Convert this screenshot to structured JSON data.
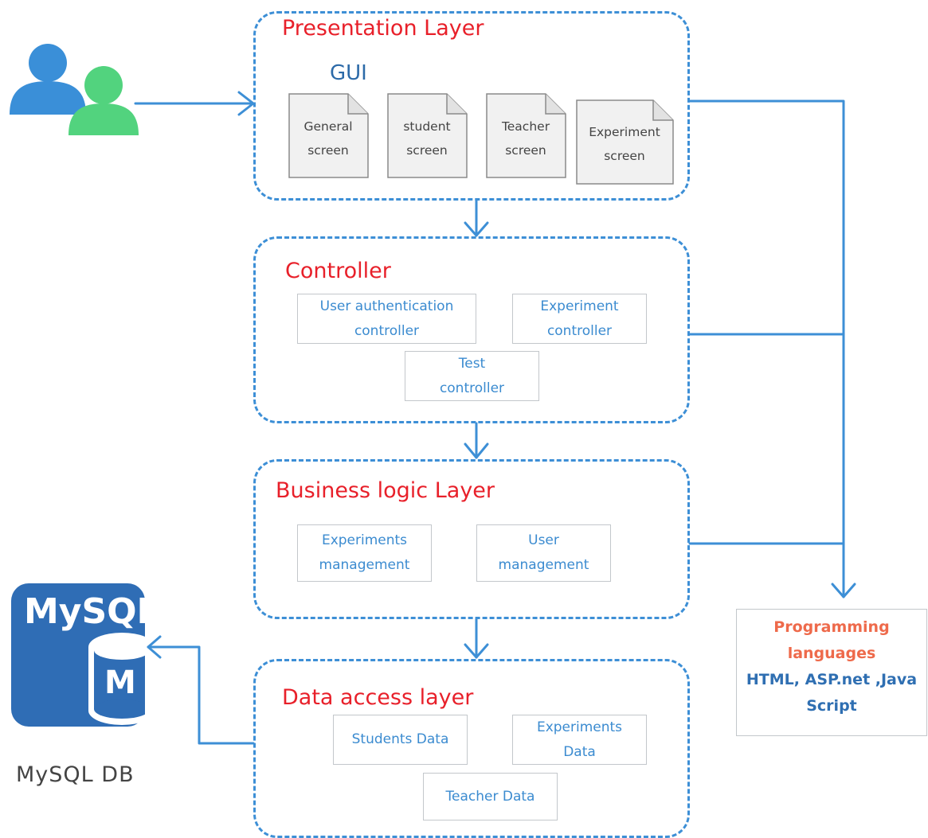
{
  "presentation": {
    "title": "Presentation Layer",
    "gui_label": "GUI",
    "screens": [
      {
        "line1": "General",
        "line2": "screen"
      },
      {
        "line1": "student",
        "line2": "screen"
      },
      {
        "line1": "Teacher",
        "line2": "screen"
      },
      {
        "line1": "Experiment",
        "line2": "screen"
      }
    ]
  },
  "controller": {
    "title": "Controller",
    "boxes": [
      {
        "line1": "User authentication",
        "line2": "controller"
      },
      {
        "line1": "Experiment",
        "line2": "controller"
      },
      {
        "line1": "Test",
        "line2": "controller"
      }
    ]
  },
  "business": {
    "title": "Business logic Layer",
    "boxes": [
      {
        "line1": "Experiments",
        "line2": "management"
      },
      {
        "line1": "User",
        "line2": "management"
      }
    ]
  },
  "data_access": {
    "title": "Data access layer",
    "boxes": [
      {
        "line1": "Students Data"
      },
      {
        "line1": "Experiments",
        "line2": "Data"
      },
      {
        "line1": "Teacher Data"
      }
    ]
  },
  "programming": {
    "title_line1": "Programming",
    "title_line2": "languages",
    "langs_line1": "HTML, ASP.net ,Java",
    "langs_line2": "Script"
  },
  "database": {
    "logo_text": "MySQL",
    "cylinder_letter": "M",
    "caption": "MySQL DB"
  },
  "colors": {
    "accent_blue": "#3d8fd6",
    "title_red": "#e8202a",
    "prog_orange": "#ee6a4b",
    "mysql_blue": "#2f6db5",
    "user_blue": "#3a8fd8",
    "user_green": "#52d37e"
  },
  "icons": {
    "users": "users-icon",
    "database": "mysql-logo-icon"
  }
}
